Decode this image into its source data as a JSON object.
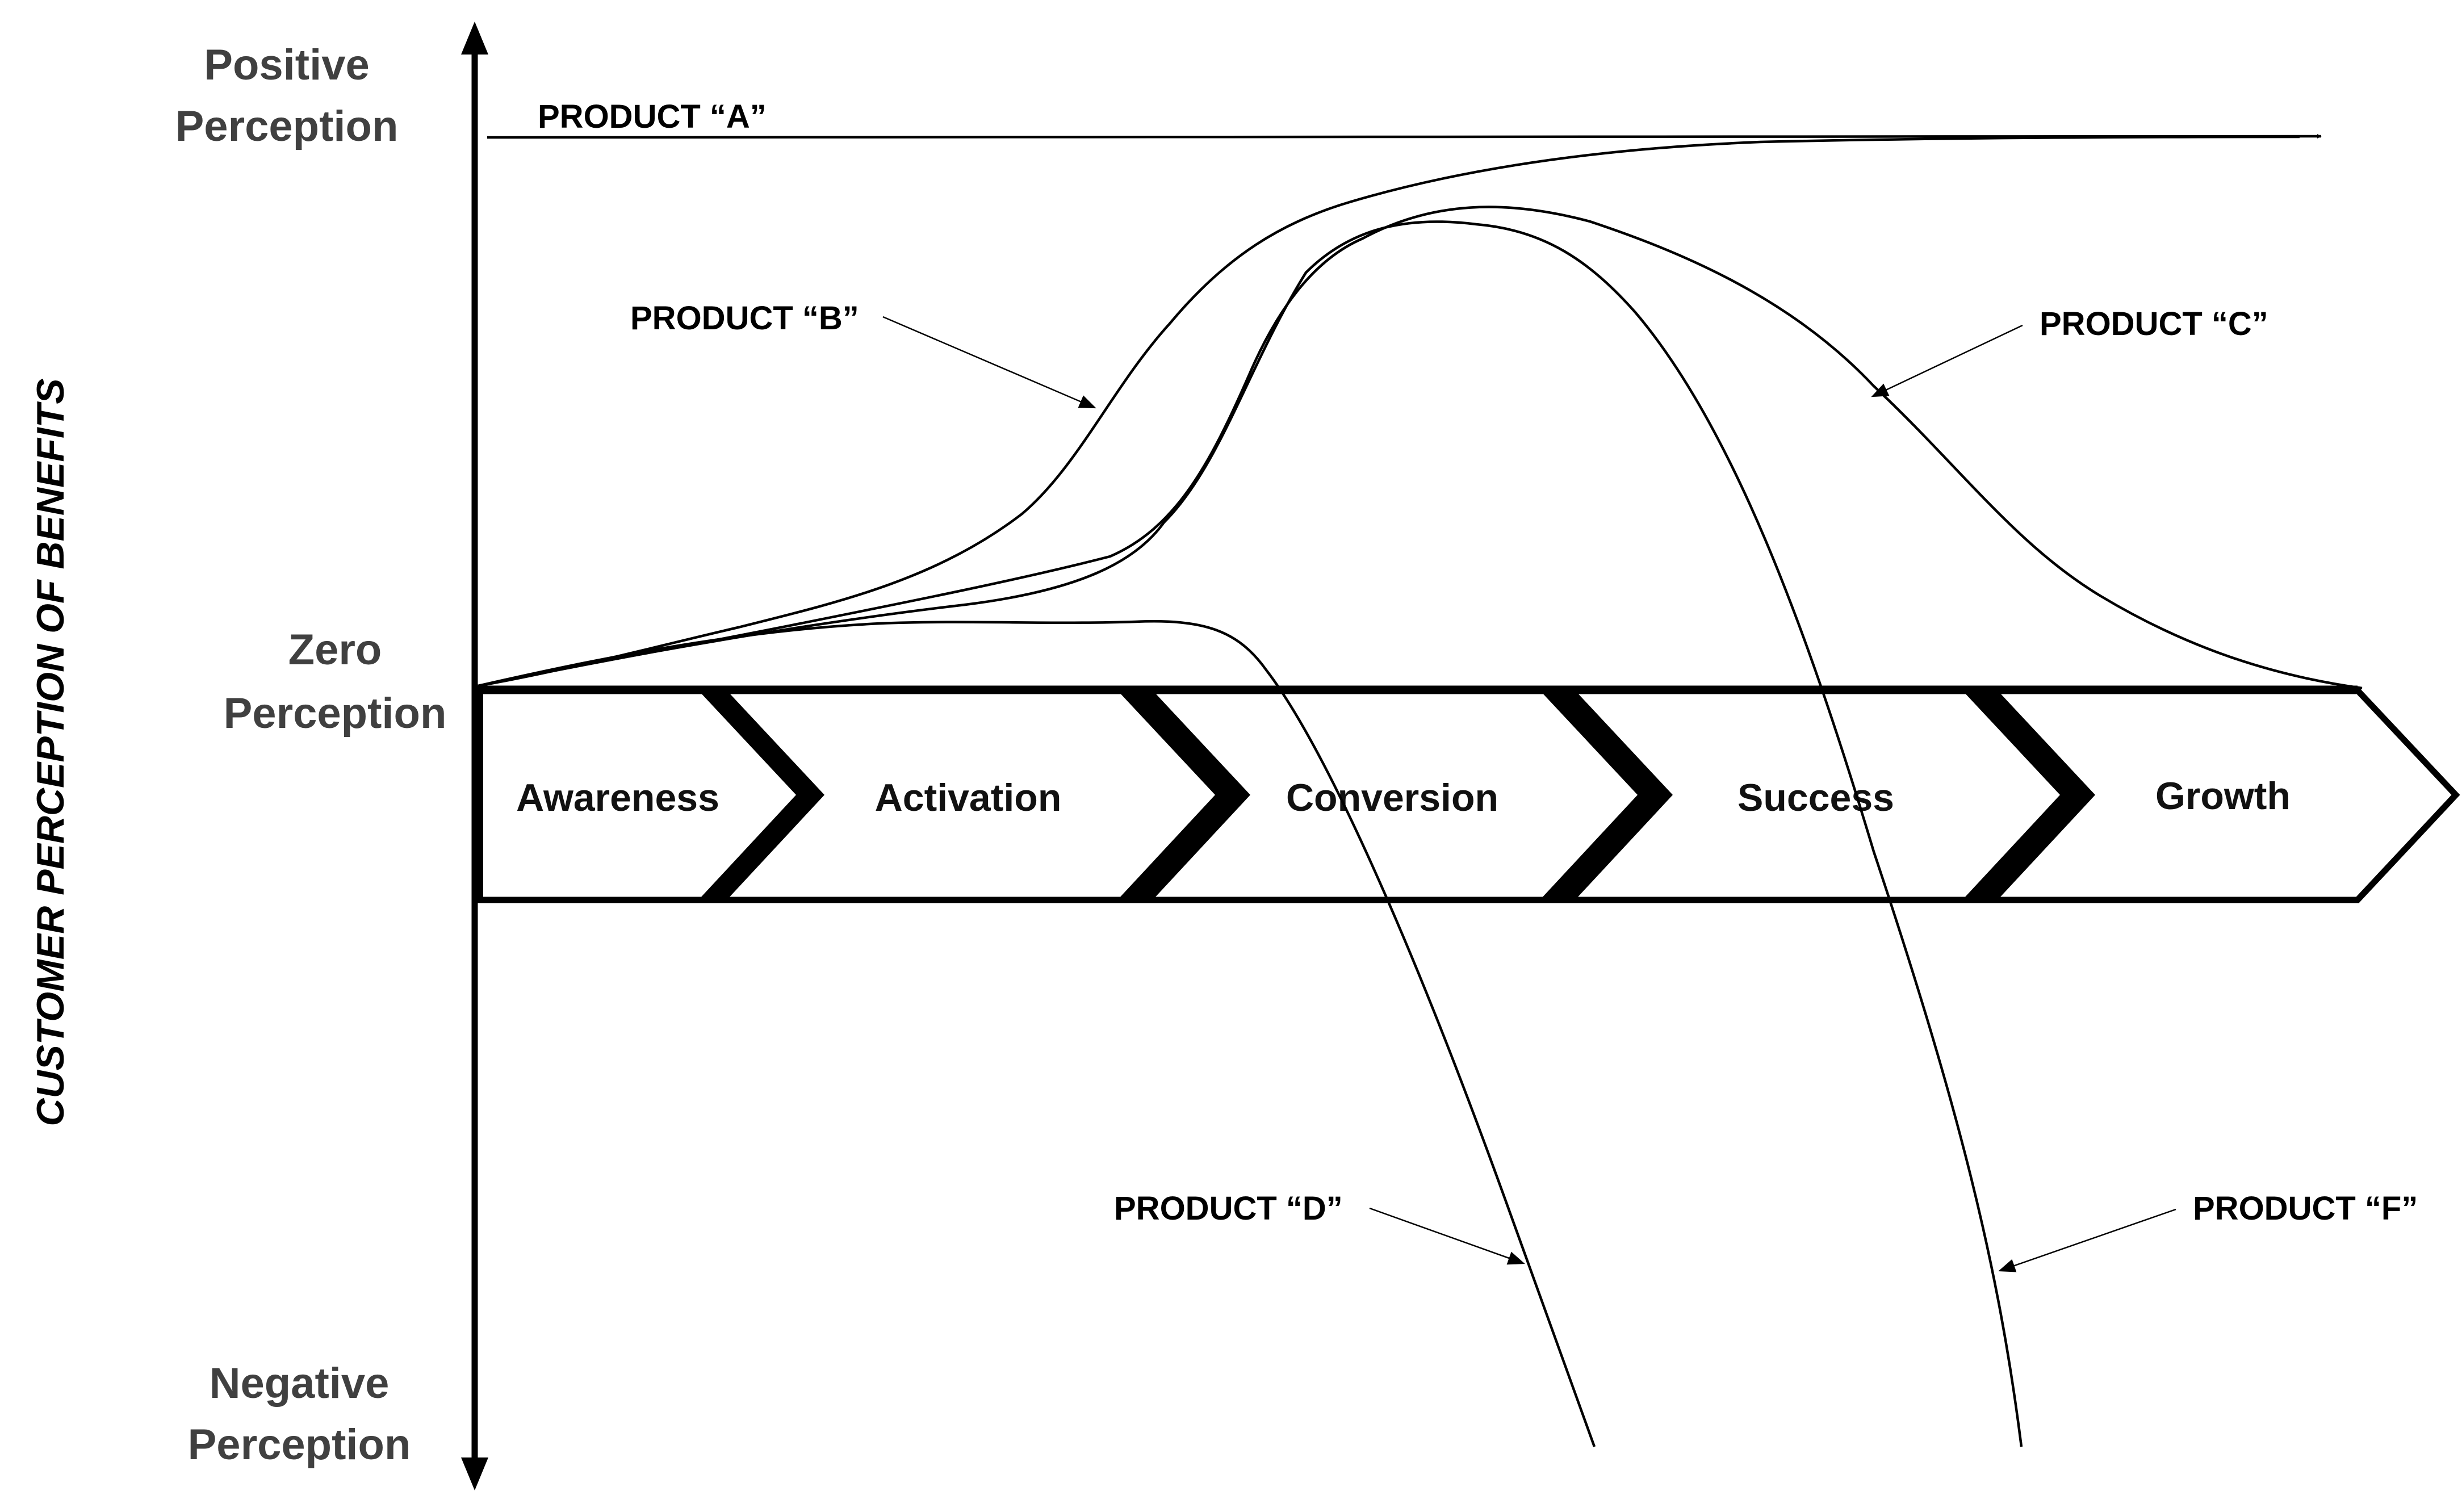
{
  "vertical_axis": {
    "title": "CUSTOMER PERCEPTION OF BENEFITS",
    "top_label_line1": "Positive",
    "top_label_line2": "Perception",
    "middle_label_line1": "Zero",
    "middle_label_line2": "Perception",
    "bottom_label_line1": "Negative",
    "bottom_label_line2": "Perception"
  },
  "stages": [
    {
      "label": "Awareness"
    },
    {
      "label": "Activation"
    },
    {
      "label": "Conversion"
    },
    {
      "label": "Success"
    },
    {
      "label": "Growth"
    }
  ],
  "products": [
    {
      "label": "PRODUCT “A”"
    },
    {
      "label": "PRODUCT “B”"
    },
    {
      "label": "PRODUCT “C”"
    },
    {
      "label": "PRODUCT “D”"
    },
    {
      "label": "PRODUCT “F”"
    }
  ],
  "colors": {
    "line": "#000000",
    "axis_text": "#404040",
    "background": "#ffffff"
  }
}
